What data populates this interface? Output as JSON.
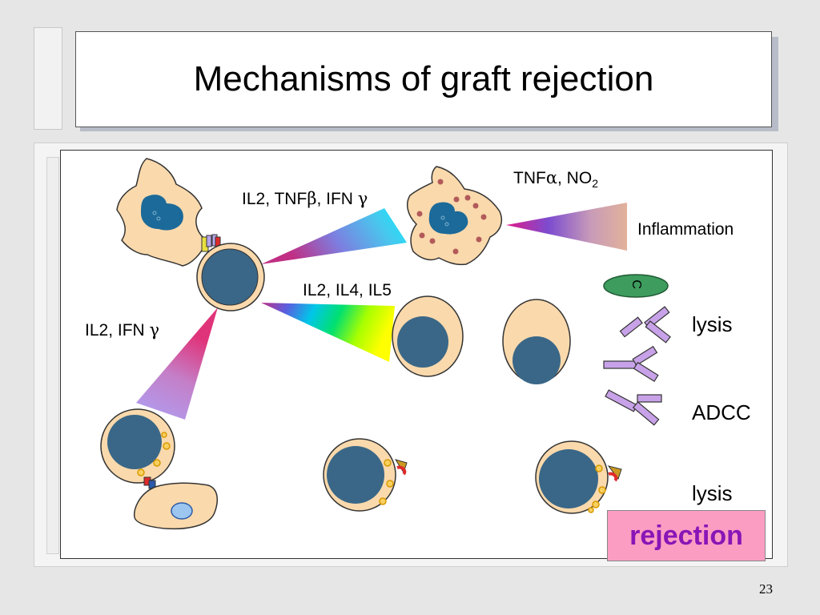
{
  "slide": {
    "title": "Mechanisms of graft rejection",
    "page_number": "23"
  },
  "labels": {
    "il2_tnfb_ifng_a": "IL2, TNF",
    "il2_tnfb_ifng_b": "β",
    "il2_tnfb_ifng_c": ", IFN ",
    "il2_tnfb_ifng_d": "γ",
    "il2_il4_il5": "IL2, IL4, IL5",
    "il2_ifng_a": "IL2, IFN ",
    "il2_ifng_b": "γ",
    "tnfa_no2_a": "TNF",
    "tnfa_no2_b": "α",
    "tnfa_no2_c": ", NO",
    "tnfa_no2_sub": "2",
    "inflammation": "Inflammation",
    "complement": "C",
    "lysis_1": "lysis",
    "adcc": "ADCC",
    "lysis_2": "lysis",
    "rejection": "rejection"
  },
  "colors": {
    "cell_cytoplasm": "#fad9ac",
    "nucleus": "#3a6787",
    "antibody": "#c8a2e8",
    "complement": "#3d9c5e",
    "rejection_bg": "#fb9dc3",
    "rejection_text": "#8a15b6"
  }
}
